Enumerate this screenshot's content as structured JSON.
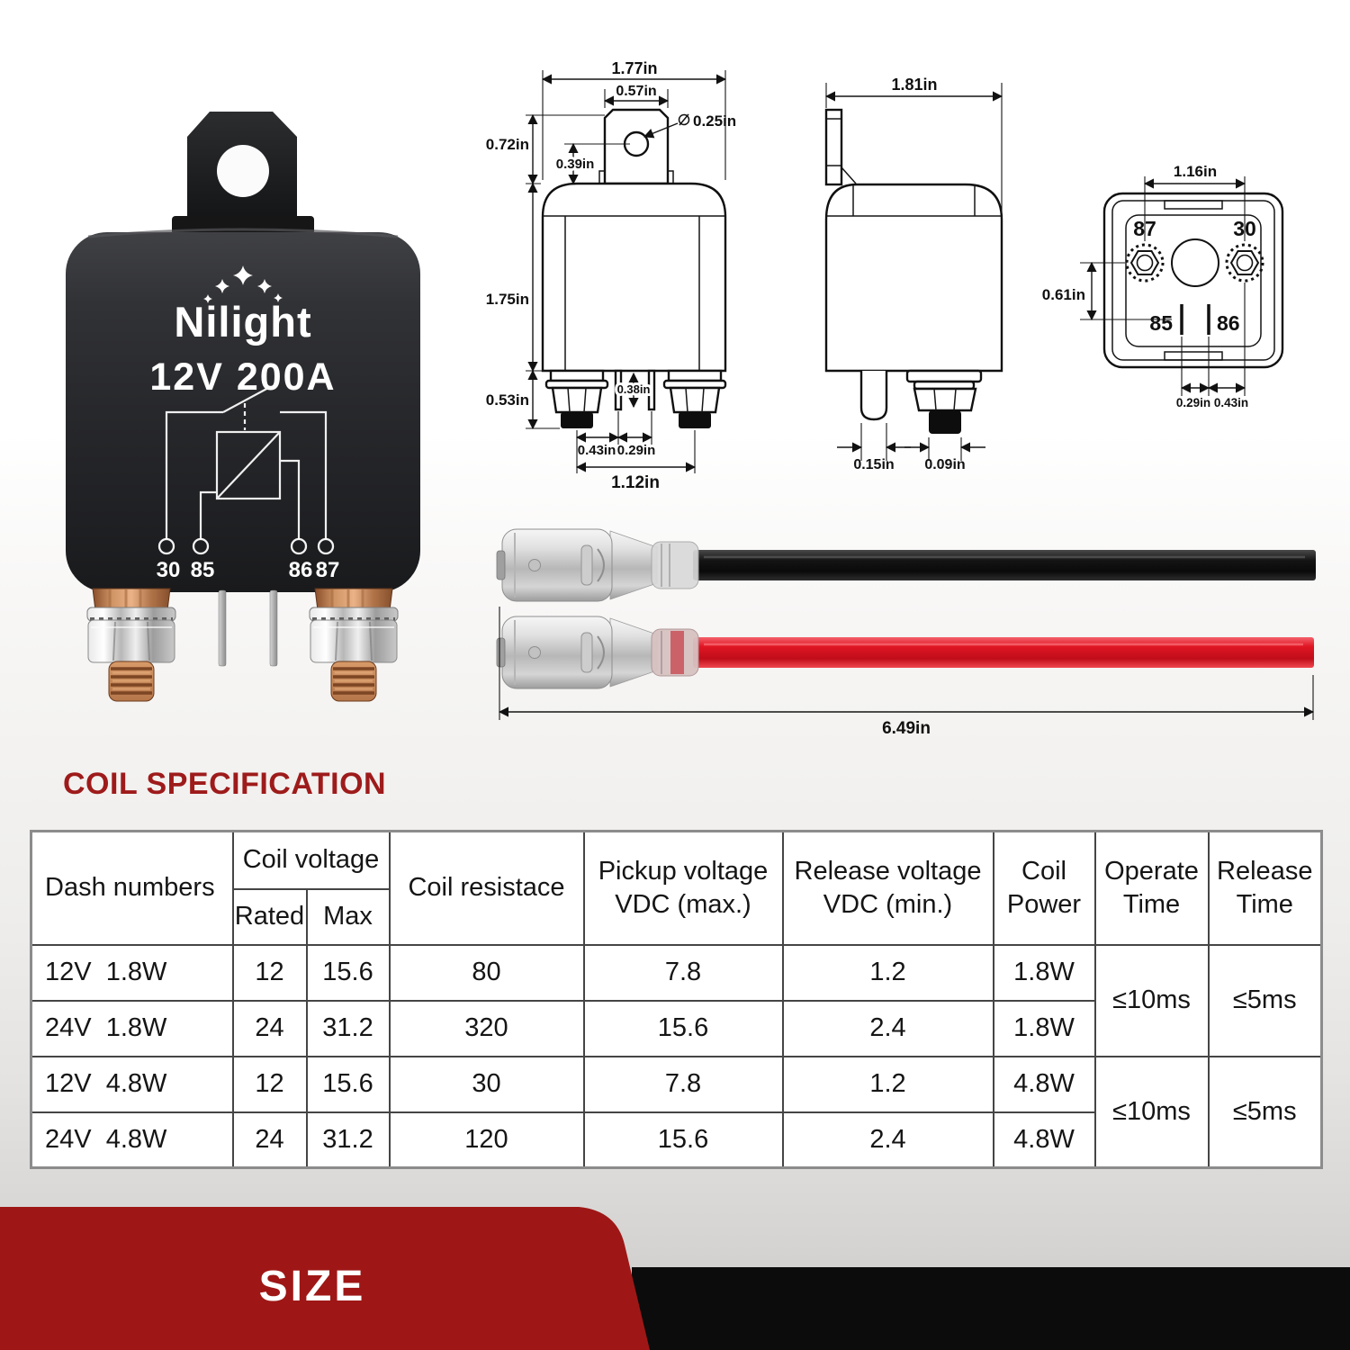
{
  "relay": {
    "brand": "Nilight",
    "rating": "12V 200A",
    "terminal_30": "30",
    "terminal_85": "85",
    "terminal_86": "86",
    "terminal_87": "87"
  },
  "front_view": {
    "overall_width": "1.77in",
    "tab_width": "0.57in",
    "hole_diameter": "0.25in",
    "tab_height": "0.72in",
    "hole_to_body": "0.39in",
    "body_height": "1.75in",
    "terminal_height": "0.53in",
    "pin_length": "0.38in",
    "stud_to_pin": "0.43in",
    "pin_gap": "0.29in",
    "stud_spacing": "1.12in"
  },
  "side_view": {
    "overall_depth": "1.81in",
    "pin_thickness": "0.15in",
    "stud_thread": "0.09in"
  },
  "bottom_view": {
    "hole_spacing": "1.16in",
    "row_offset": "0.61in",
    "terminal_87": "87",
    "terminal_30": "30",
    "terminal_85": "85",
    "terminal_86": "86",
    "blade_gap": "0.29in",
    "blade_offset": "0.43in"
  },
  "wires": {
    "total_length": "6.49in"
  },
  "coil_section": {
    "title": "COIL SPECIFICATION"
  },
  "size_banner": {
    "label": "SIZE"
  },
  "spec_table": {
    "headers": {
      "dash": "Dash numbers",
      "coil_voltage": "Coil voltage",
      "rated": "Rated",
      "max": "Max",
      "resistance": "Coil resistace",
      "pickup_line1": "Pickup voltage",
      "pickup_line2": "VDC (max.)",
      "release_line1": "Release voltage",
      "release_line2": "VDC (min.)",
      "power_line1": "Coil",
      "power_line2": "Power",
      "operate_line1": "Operate",
      "operate_line2": "Time",
      "release_t_line1": "Release",
      "release_t_line2": "Time"
    },
    "rows": [
      {
        "dash": "12V  1.8W",
        "rated": "12",
        "max": "15.6",
        "resistance": "80",
        "pickup": "7.8",
        "release": "1.2",
        "power": "1.8W"
      },
      {
        "dash": "24V  1.8W",
        "rated": "24",
        "max": "31.2",
        "resistance": "320",
        "pickup": "15.6",
        "release": "2.4",
        "power": "1.8W"
      },
      {
        "dash": "12V  4.8W",
        "rated": "12",
        "max": "15.6",
        "resistance": "30",
        "pickup": "7.8",
        "release": "1.2",
        "power": "4.8W"
      },
      {
        "dash": "24V  4.8W",
        "rated": "24",
        "max": "31.2",
        "resistance": "120",
        "pickup": "15.6",
        "release": "2.4",
        "power": "4.8W"
      }
    ],
    "merged": {
      "operate_group1": "≤10ms",
      "release_group1": "≤5ms",
      "operate_group2": "≤10ms",
      "release_group2": "≤5ms"
    }
  }
}
